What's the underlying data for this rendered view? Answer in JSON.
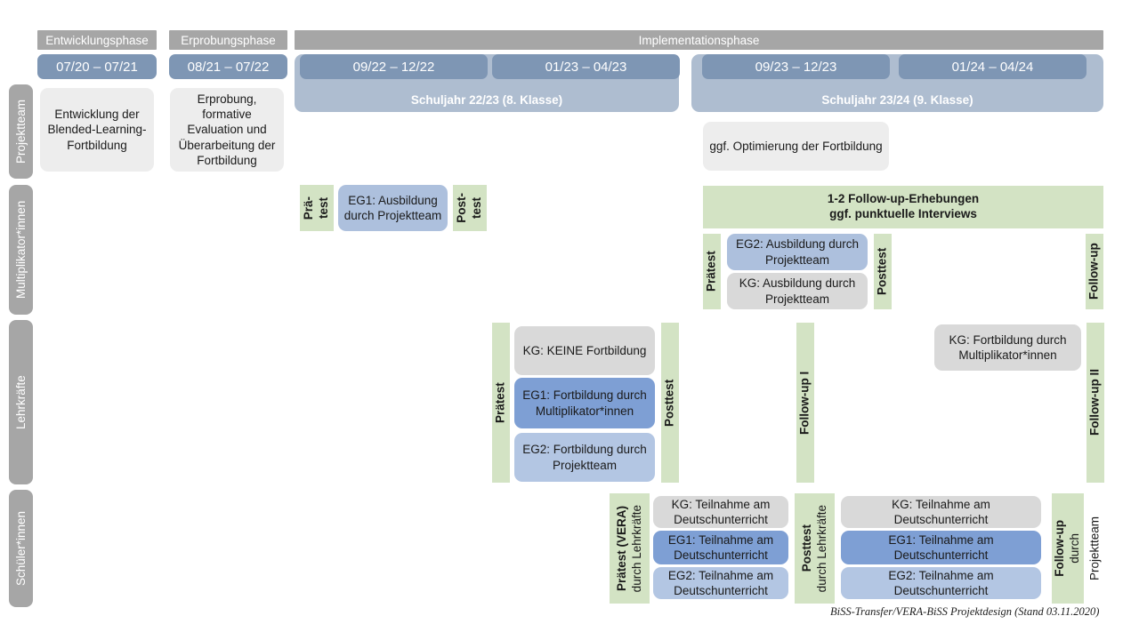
{
  "timeline": {
    "phases": [
      {
        "label": "Entwicklungsphase"
      },
      {
        "label": "Erprobungsphase"
      },
      {
        "label": "Implementationsphase"
      }
    ],
    "periods": [
      {
        "label": "07/20 – 07/21"
      },
      {
        "label": "08/21 – 07/22"
      },
      {
        "label": "09/22 – 12/22"
      },
      {
        "label": "01/23 – 04/23"
      },
      {
        "label": "09/23 – 12/23"
      },
      {
        "label": "01/24 – 04/24"
      }
    ],
    "school_years": [
      {
        "label": "Schuljahr 22/23 (8. Klasse)"
      },
      {
        "label": "Schuljahr 23/24 (9. Klasse)"
      }
    ]
  },
  "rows": {
    "projektteam": {
      "label": "Projektteam",
      "items": [
        {
          "text": "Entwicklung der Blended-Learning-Fortbildung"
        },
        {
          "text": "Erprobung, formative Evaluation und Überarbeitung der Fortbildung"
        },
        {
          "text": "ggf. Optimierung der Fortbildung"
        }
      ]
    },
    "multiplikatoren": {
      "label": "Multiplikator*innen",
      "pretest_1_line1": "Prä-",
      "pretest_1_line2": "test",
      "posttest_1_line1": "Post-",
      "posttest_1_line2": "test",
      "eg1": "EG1: Ausbildung durch Projektteam",
      "followup_banner_line1": "1-2 Follow-up-Erhebungen",
      "followup_banner_line2": "ggf. punktuelle Interviews",
      "pretest_2": "Prätest",
      "posttest_2": "Posttest",
      "followup": "Follow-up",
      "eg2": "EG2: Ausbildung durch Projektteam",
      "kg": "KG: Ausbildung durch Projektteam"
    },
    "lehrkraefte": {
      "label": "Lehrkräfte",
      "pretest": "Prätest",
      "posttest": "Posttest",
      "followup_1": "Follow-up I",
      "followup_2": "Follow-up II",
      "kg_keine": "KG:  KEINE Fortbildung",
      "eg1": "EG1: Fortbildung durch Multiplikator*innen",
      "eg2": "EG2: Fortbildung durch Projektteam",
      "kg_late": "KG: Fortbildung durch Multiplikator*innen"
    },
    "schueler": {
      "label": "Schüler*innen",
      "pretest_main": "Prätest (VERA)",
      "pretest_sub": "durch Lehrkräfte",
      "posttest_main": "Posttest",
      "posttest_sub": "durch Lehrkräfte",
      "followup_main": "Follow-up",
      "followup_sub1": "durch",
      "followup_sub2": "Projektteam",
      "block_a": [
        {
          "text": "KG: Teilnahme am Deutschunterricht",
          "tone": "grey"
        },
        {
          "text": "EG1: Teilnahme am Deutschunterricht",
          "tone": "blue-dark"
        },
        {
          "text": "EG2: Teilnahme am Deutschunterricht",
          "tone": "blue-mid"
        }
      ],
      "block_b": [
        {
          "text": "KG: Teilnahme am Deutschunterricht",
          "tone": "grey"
        },
        {
          "text": "EG1: Teilnahme am Deutschunterricht",
          "tone": "blue-dark"
        },
        {
          "text": "EG2: Teilnahme am Deutschunterricht",
          "tone": "blue-mid"
        }
      ]
    }
  },
  "footer": {
    "text": "BiSS-Transfer/VERA-BiSS Projektdesign (Stand 03.11.2020)"
  },
  "colors": {
    "phase_band": "#a6a6a6",
    "period": "#7e96b4",
    "school_year": "#aebdd0",
    "green_test": "#d3e3c4",
    "card_grey": "#d9d9d9",
    "card_grey_light": "#ededed",
    "card_blue_dark": "#7e9fd4",
    "card_blue_mid": "#b3c6e3",
    "card_blue_light": "#adc0dd"
  }
}
